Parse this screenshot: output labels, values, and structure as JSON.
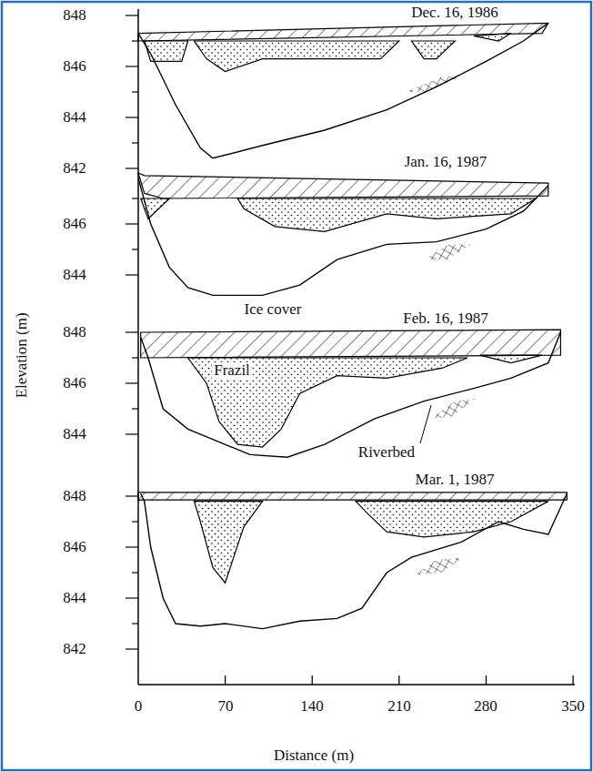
{
  "diagram": {
    "labels": [
      "Dec. 16, 1986",
      "848",
      "846",
      "844",
      "842",
      "Jan. 16, 1987",
      "846",
      "844",
      "Ice cover",
      "Feb. 16, 1987",
      "848",
      "846",
      "844",
      "Frazil",
      "Riverbed",
      "Mar. 1, 1987",
      "848",
      "846",
      "844",
      "842",
      "Elevation (m)",
      "0",
      "70",
      "140",
      "210",
      "280",
      "350",
      "Distance (m)"
    ]
  }
}
